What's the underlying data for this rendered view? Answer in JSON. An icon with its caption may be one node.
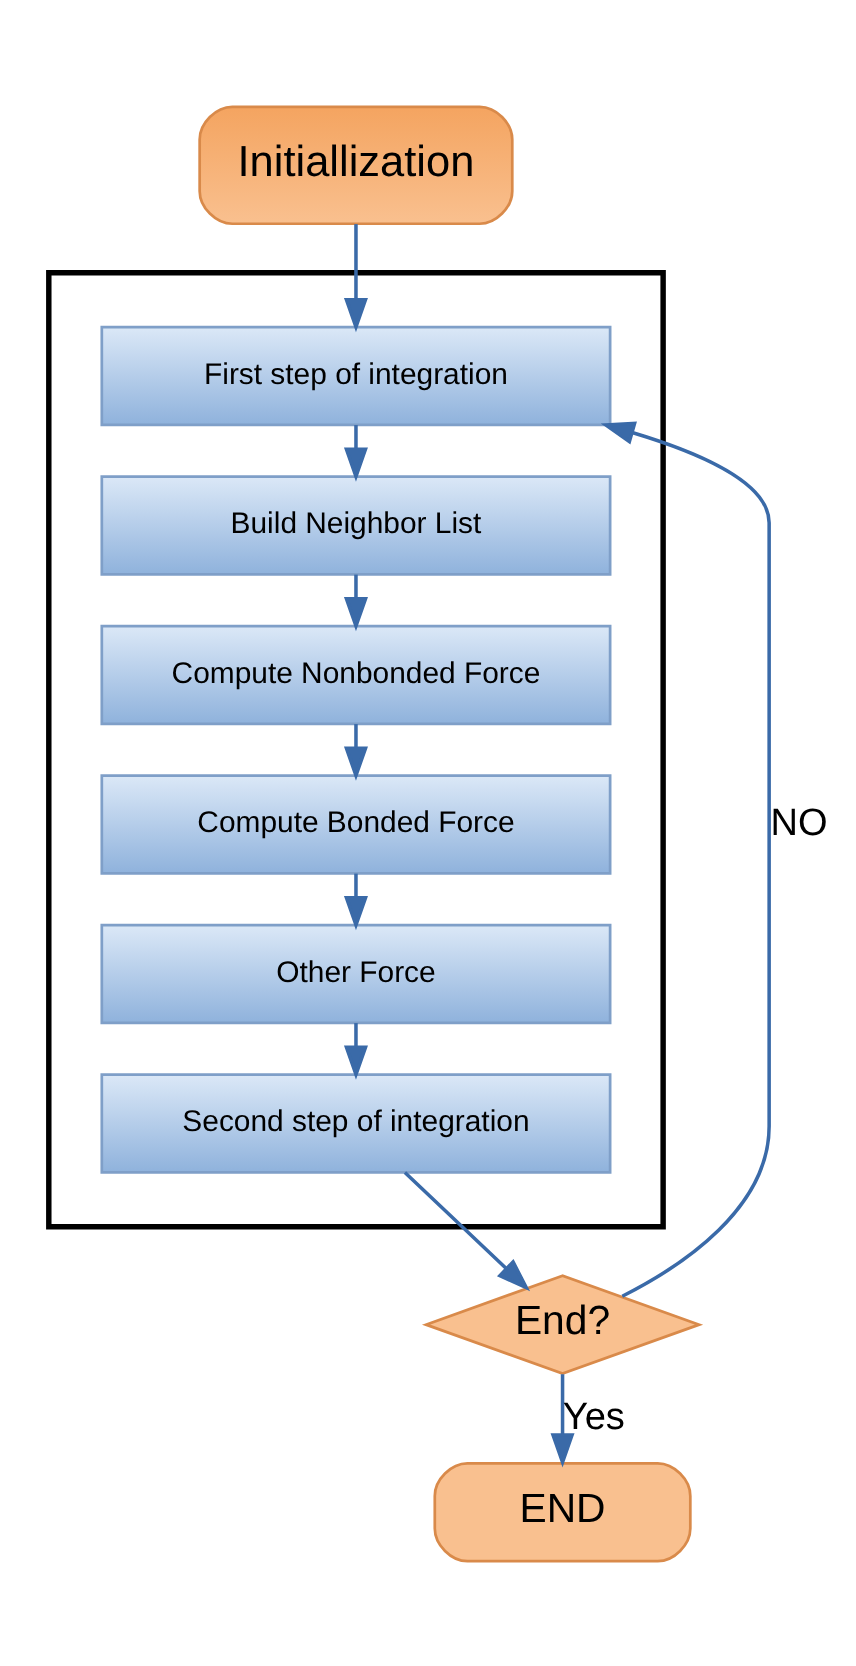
{
  "diagram": {
    "nodes": [
      {
        "text": [
          "Initiallization"
        ]
      },
      {
        "text": [],
        "shape": "box"
      },
      {
        "text": [
          "First step of integration"
        ],
        "in": 1
      },
      {
        "text": [
          "Build Neighbor List"
        ],
        "in": 1
      },
      {
        "text": [
          "Compute Nonbonded Force"
        ],
        "in": 1
      },
      {
        "text": [
          "Compute Bonded Force"
        ],
        "in": 1
      },
      {
        "text": [
          "Other Force"
        ],
        "in": 1
      },
      {
        "text": [
          "Second step of integration"
        ],
        "in": 1
      },
      {
        "text": [
          "End?"
        ]
      },
      {
        "text": [
          "END"
        ]
      }
    ],
    "edges": [
      {
        "from": 0,
        "to": 2,
        "arrow": "to"
      },
      {
        "from": 2,
        "to": 3,
        "arrow": "to"
      },
      {
        "from": 3,
        "to": 4,
        "arrow": "to"
      },
      {
        "from": 4,
        "to": 5,
        "arrow": "to"
      },
      {
        "from": 5,
        "to": 6,
        "arrow": "to"
      },
      {
        "from": 6,
        "to": 7,
        "arrow": "to"
      },
      {
        "from": 7,
        "to": 8,
        "arrow": "to"
      },
      {
        "from": 8,
        "to": 2,
        "arrow": "to",
        "label": "NO"
      },
      {
        "from": 8,
        "to": 9,
        "arrow": "to",
        "label": "Yes"
      }
    ]
  }
}
